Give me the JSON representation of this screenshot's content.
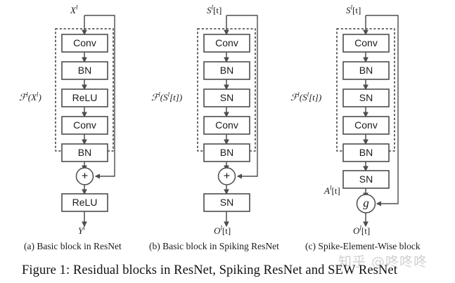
{
  "figure": {
    "caption": "Figure 1: Residual blocks in ResNet, Spiking ResNet and SEW ResNet",
    "watermark": "知乎 @咚咚咚"
  },
  "columns": [
    {
      "id": "a",
      "subcaption": "(a) Basic block in ResNet",
      "input_label": "X",
      "input_sup": "l",
      "input_bracket": "",
      "residual_label": "ℱ",
      "residual_sup": "l",
      "residual_arg": "(X",
      "residual_arg_sup": "l",
      "residual_arg_end": ")",
      "blocks": [
        "Conv",
        "BN",
        "ReLU",
        "Conv",
        "BN"
      ],
      "merge_symbol": "+",
      "post_merge_block": "ReLU",
      "output_label": "Y",
      "output_sup": "l",
      "output_bracket": "",
      "intermediate_label": ""
    },
    {
      "id": "b",
      "subcaption": "(b) Basic block in Spiking ResNet",
      "input_label": "S",
      "input_sup": "l",
      "input_bracket": "[t]",
      "residual_label": "ℱ",
      "residual_sup": "l",
      "residual_arg": "(S",
      "residual_arg_sup": "l",
      "residual_arg_end": "[t])",
      "blocks": [
        "Conv",
        "BN",
        "SN",
        "Conv",
        "BN"
      ],
      "merge_symbol": "+",
      "post_merge_block": "SN",
      "output_label": "O",
      "output_sup": "l",
      "output_bracket": "[t]",
      "intermediate_label": ""
    },
    {
      "id": "c",
      "subcaption": "(c) Spike-Element-Wise block",
      "input_label": "S",
      "input_sup": "l",
      "input_bracket": "[t]",
      "residual_label": "ℱ",
      "residual_sup": "l",
      "residual_arg": "(S",
      "residual_arg_sup": "l",
      "residual_arg_end": "[t])",
      "blocks": [
        "Conv",
        "BN",
        "SN",
        "Conv",
        "BN"
      ],
      "post_block": "SN",
      "merge_symbol": "g",
      "post_merge_block": "",
      "output_label": "O",
      "output_sup": "l",
      "output_bracket": "[t]",
      "intermediate_label": "A",
      "intermediate_sup": "l",
      "intermediate_bracket": "[t]"
    }
  ],
  "colors": {
    "box_stroke": "#4d4d4d",
    "dash_stroke": "#1a1a1a",
    "text": "#1a1a1a",
    "background": "#ffffff"
  }
}
